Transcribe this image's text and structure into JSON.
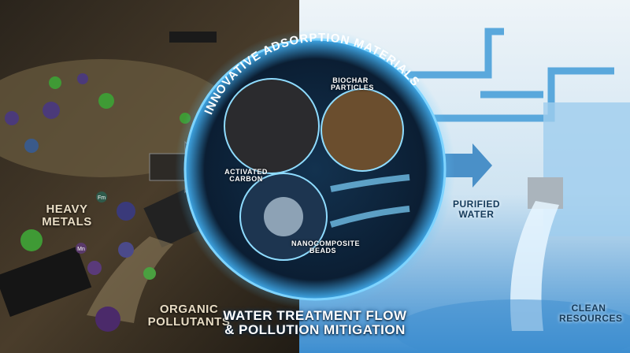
{
  "header": {
    "title": "INNOVATIVE ADSORPTION MATERIALS"
  },
  "labels": {
    "heavy_metals": "HEAVY METALS",
    "organic_pollutants": "ORGANIC POLLUTANTS",
    "activated_carbon": "ACTIVATED CARBON",
    "biochar_particles": "BIOCHAR PARTICLES",
    "nanocomposite_beads": "NANOCOMPOSITE BEADS",
    "purified_water": "PURIFIED WATER",
    "clean_resources": "CLEAN RESOURCES"
  },
  "footer": {
    "line1": "WATER TREATMENT FLOW",
    "line2": "& POLLUTION MITIGATION"
  },
  "ion_labels": [
    "Fm",
    "Mn"
  ],
  "colors": {
    "polluted": "#3a2e20",
    "glow": "#5cc8ff",
    "clean": "#cfe6f5",
    "microbe_green": "#3f9a35",
    "microbe_purple": "#4b3a7a"
  }
}
